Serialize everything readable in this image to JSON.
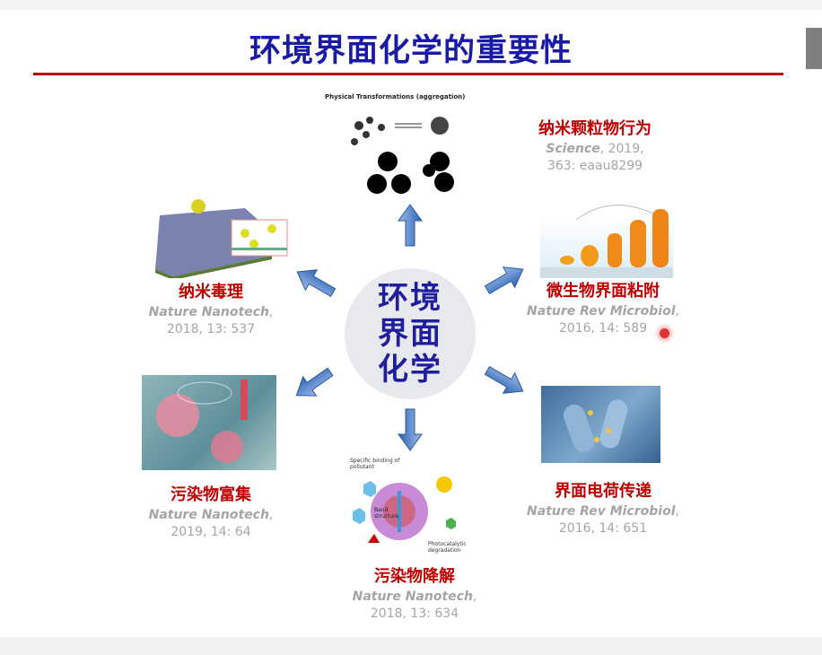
{
  "slide": {
    "title": "环境界面化学的重要性",
    "center_lines": [
      "环境",
      "界面",
      "化学"
    ]
  },
  "topics": [
    {
      "title": "纳米颗粒物行为",
      "journal": "Science",
      "citation": ", 2019,",
      "citation2": "363: eaau8299",
      "figure_text": "Physical Transformations (aggregation)"
    },
    {
      "title": "纳米毒理",
      "journal": "Nature Nanotech",
      "citation": ",",
      "citation2": "2018, 13: 537"
    },
    {
      "title": "微生物界面粘附",
      "journal": "Nature Rev Microbiol",
      "citation": ",",
      "citation2": "2016, 14: 589"
    },
    {
      "title": "污染物富集",
      "journal": "Nature Nanotech",
      "citation": ",",
      "citation2": "2019, 14: 64"
    },
    {
      "title": "界面电荷传递",
      "journal": "Nature Rev Microbiol",
      "citation": ",",
      "citation2": "2016, 14: 651"
    },
    {
      "title": "污染物降解",
      "journal": "Nature Nanotech",
      "citation": ",",
      "citation2": "2018, 13: 634",
      "figure_text": [
        "Specific binding of pollutant",
        "Band structure",
        "Photocatalytic degradation"
      ]
    }
  ],
  "colors": {
    "title": "#1a1aa8",
    "accent": "#c00000",
    "arrow": "#4a7fc8"
  }
}
